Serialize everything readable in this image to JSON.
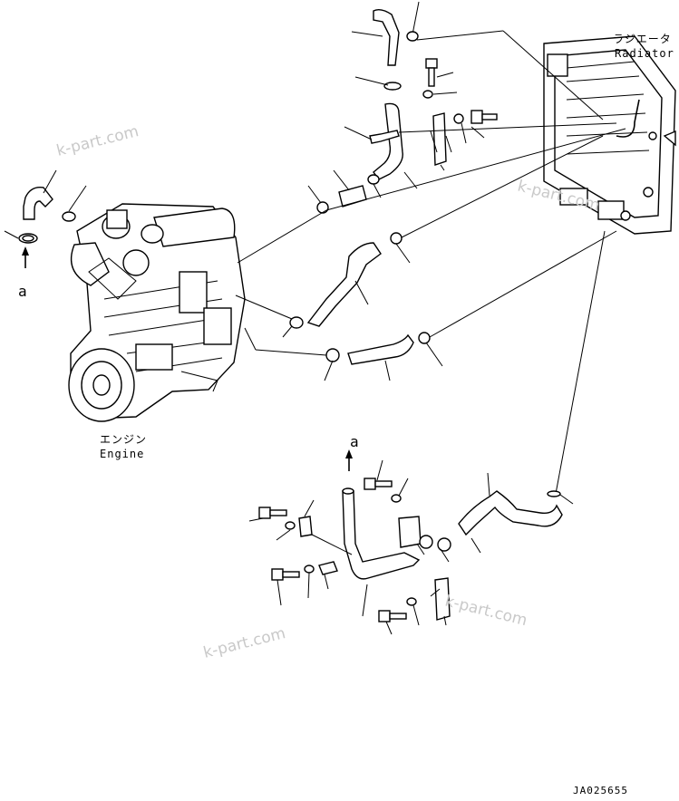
{
  "labels": {
    "radiator_jp": "ラジエータ",
    "radiator_en": "Radiator",
    "engine_jp": "エンジン",
    "engine_en": "Engine",
    "view_a_top": "a",
    "view_a_bottom": "a",
    "drawing_number": "JA025655"
  },
  "watermarks": [
    "k-part.com",
    "k-part.com",
    "k-part.com",
    "k-part.com"
  ],
  "colors": {
    "line": "#000000",
    "watermark": "#c9c9c9",
    "background": "#ffffff"
  }
}
